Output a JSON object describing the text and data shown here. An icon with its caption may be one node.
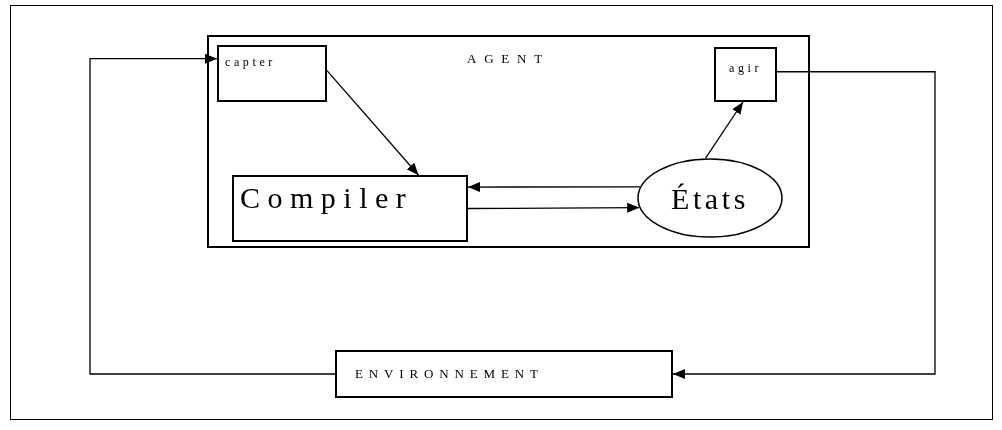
{
  "diagram": {
    "nodes": [
      {
        "text": [
          "AGENT"
        ]
      },
      {
        "text": [
          "capter"
        ],
        "in": 0
      },
      {
        "text": [
          "agir"
        ],
        "in": 0
      },
      {
        "text": [
          "Compiler"
        ],
        "in": 0
      },
      {
        "text": [
          "États"
        ],
        "in": 0
      },
      {
        "text": [
          "ENVIRONNEMENT"
        ]
      }
    ],
    "edges": [
      {
        "from": 1,
        "to": 3,
        "arrow": "to"
      },
      {
        "from": 4,
        "to": 3,
        "arrow": "to"
      },
      {
        "from": 3,
        "to": 4,
        "arrow": "to"
      },
      {
        "from": 4,
        "to": 2,
        "arrow": "to"
      },
      {
        "from": 2,
        "to": 5,
        "arrow": "to"
      },
      {
        "from": 5,
        "to": 1,
        "arrow": "to"
      }
    ]
  }
}
